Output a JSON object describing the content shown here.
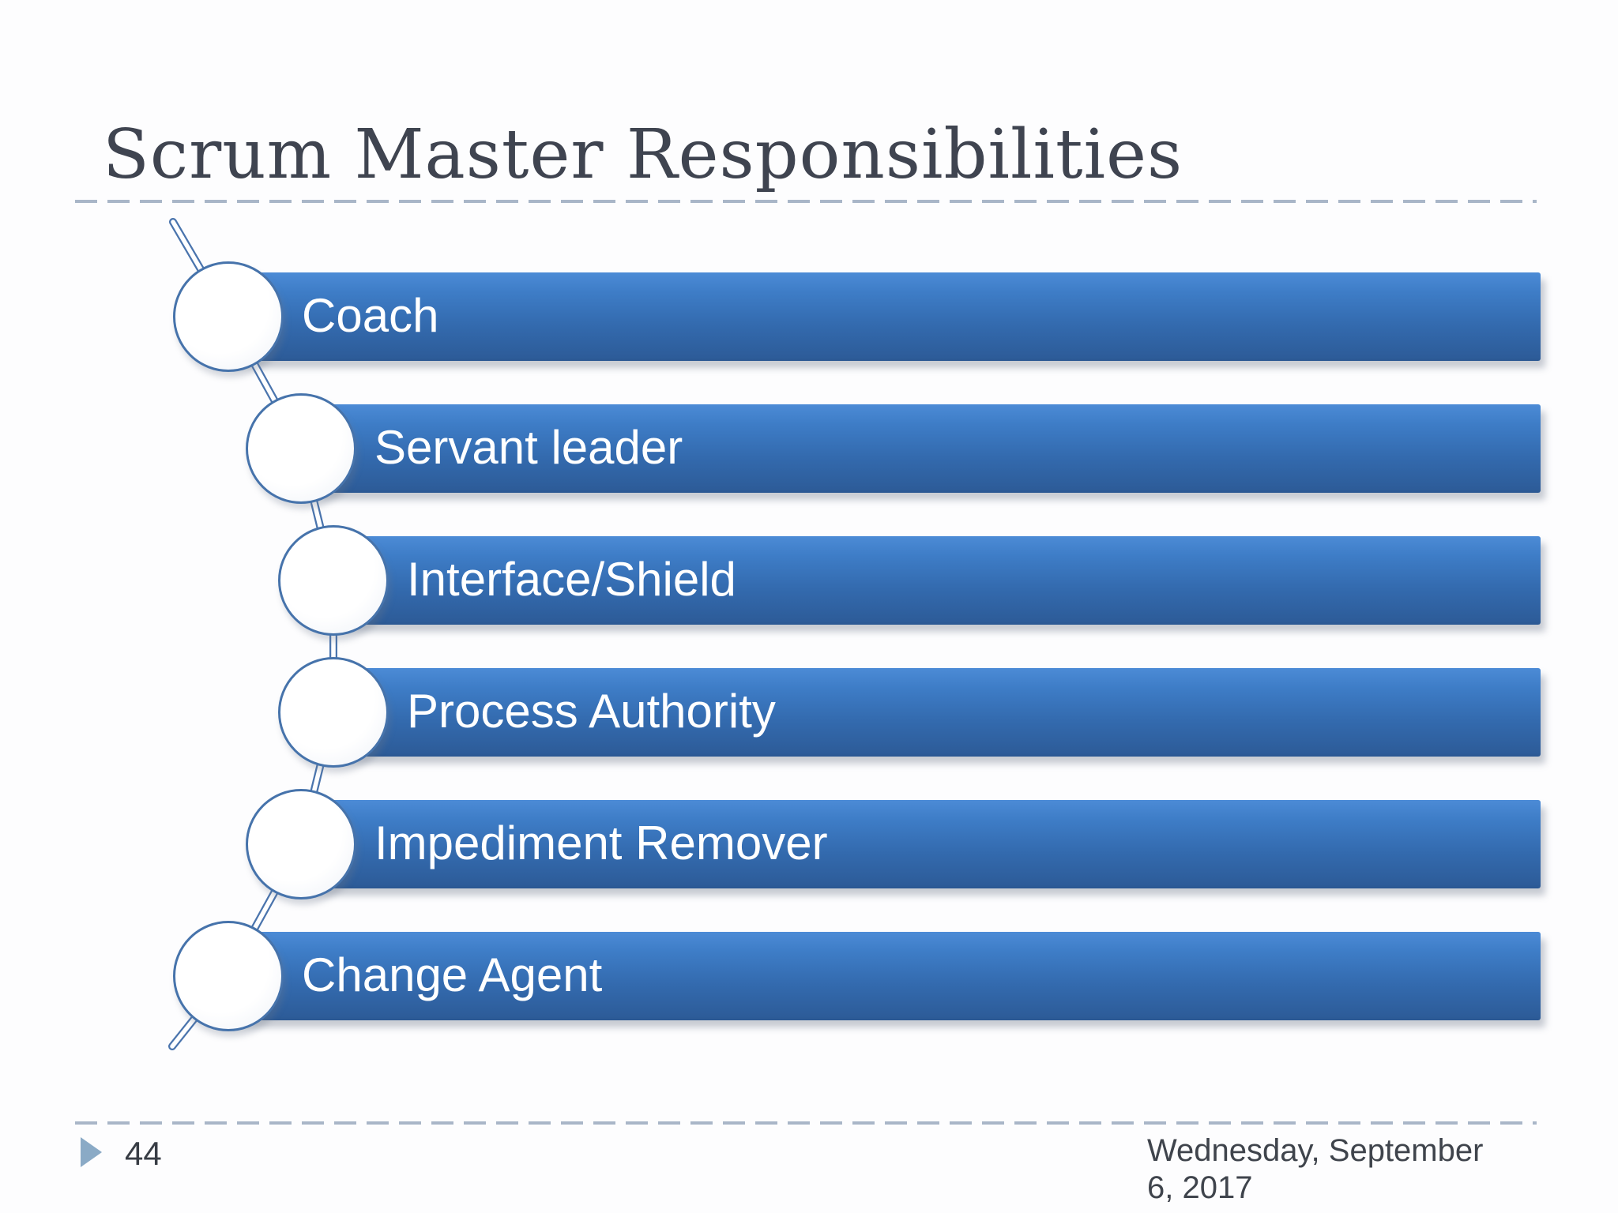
{
  "slide": {
    "title": "Scrum Master Responsibilities",
    "diagram": {
      "type": "vertical-accent-list",
      "items": [
        "Coach",
        "Servant leader",
        "Interface/Shield",
        "Process Authority",
        "Impediment Remover",
        "Change Agent"
      ]
    },
    "footer": {
      "slide_number": "44",
      "date": "Wednesday, September 6, 2017",
      "date_line1": "Wednesday, September",
      "date_line2": "6, 2017"
    },
    "icons": {
      "slide_number_arrow": "right-pointing-triangle",
      "list_bullet": "circle-on-diagonal-rod"
    },
    "colors": {
      "bar_gradient_top": "#4c8bd6",
      "bar_gradient_bottom": "#2a5791",
      "bar_text": "#ffffff",
      "circle_stroke": "#4673ab",
      "circle_fill": "#ffffff",
      "rod_stroke": "#4a74ad",
      "dashed_rule": "#a9b6c8",
      "title_text": "#3f4450",
      "footer_text": "#3f444c",
      "arrow": "#8aaac6",
      "background": "#ffffff"
    }
  }
}
